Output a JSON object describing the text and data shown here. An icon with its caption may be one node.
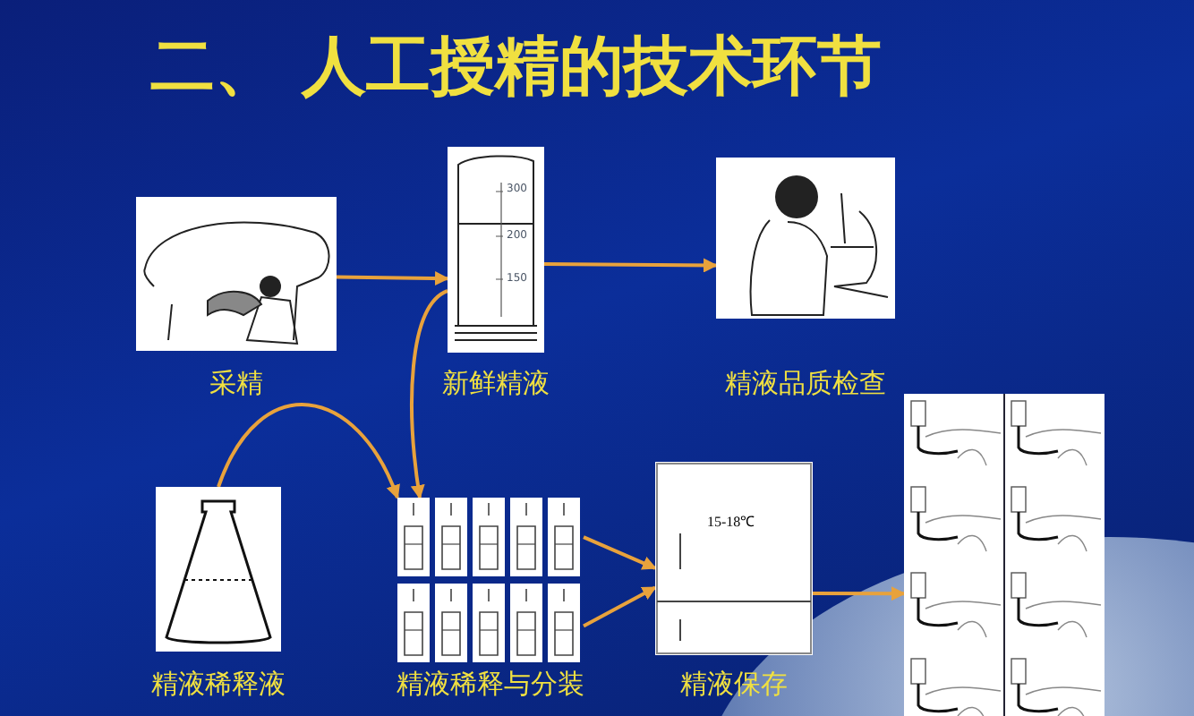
{
  "diagram": {
    "title": "二、 人工授精的技术环节",
    "nodes": [
      {
        "text": [
          "采精"
        ]
      },
      {
        "text": [
          "新鲜精液"
        ]
      },
      {
        "text": [
          "精液品质检查"
        ]
      },
      {
        "text": [
          "精液稀释液"
        ]
      },
      {
        "text": [
          "精液稀释与分装"
        ]
      },
      {
        "text": [
          "精液保存"
        ]
      },
      {
        "text": [],
        "shape": "picture"
      }
    ],
    "edges": [
      {
        "from": 0,
        "to": 1,
        "arrow": "to"
      },
      {
        "from": 1,
        "to": 2,
        "arrow": "to"
      },
      {
        "from": 1,
        "to": 4,
        "arrow": "to"
      },
      {
        "from": 3,
        "to": 4,
        "arrow": "to"
      },
      {
        "from": 4,
        "to": 5,
        "arrow": "to"
      },
      {
        "from": 4,
        "to": 5,
        "arrow": "to"
      },
      {
        "from": 5,
        "to": 6,
        "arrow": "to"
      }
    ],
    "labels": [
      "300",
      "200",
      "150",
      "15-18℃"
    ]
  }
}
